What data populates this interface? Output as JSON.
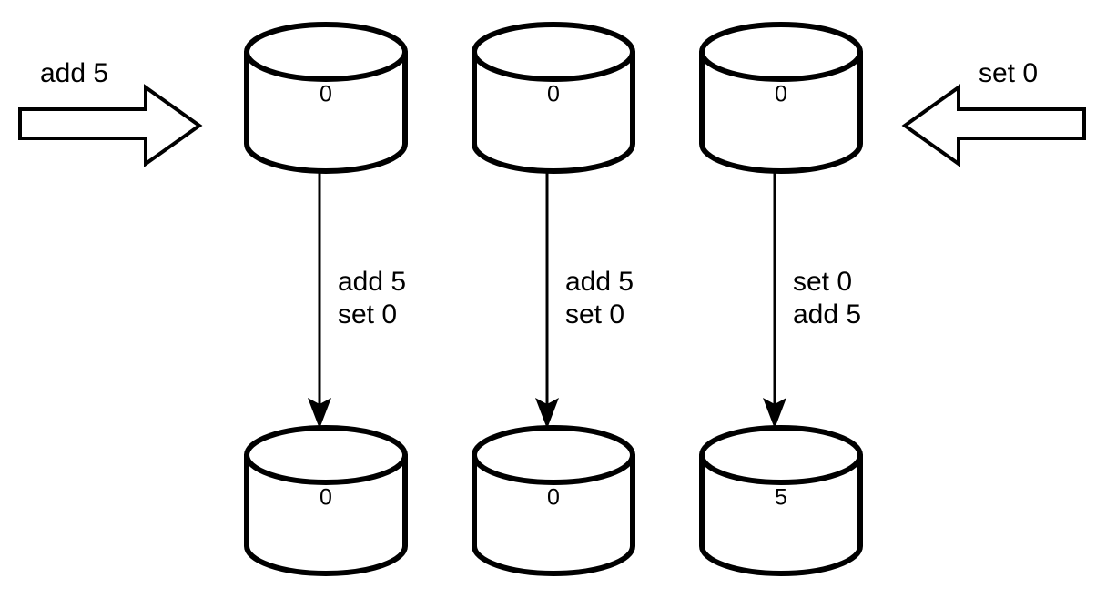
{
  "diagram": {
    "type": "replica-operation-ordering",
    "background_color": "#ffffff",
    "stroke_color": "#000000",
    "inputs": [
      {
        "id": "input-left",
        "label": "add 5",
        "direction": "right",
        "target": "replica-1"
      },
      {
        "id": "input-right",
        "label": "set 0",
        "direction": "left",
        "target": "replica-3"
      }
    ],
    "top_row": {
      "role": "initial-state",
      "nodes": [
        {
          "id": "replica-1-initial",
          "icon": "database-cylinder-icon",
          "value": "0"
        },
        {
          "id": "replica-2-initial",
          "icon": "database-cylinder-icon",
          "value": "0"
        },
        {
          "id": "replica-3-initial",
          "icon": "database-cylinder-icon",
          "value": "0"
        }
      ]
    },
    "transitions": [
      {
        "id": "transition-1",
        "from": "replica-1-initial",
        "to": "replica-1-final",
        "operations": [
          "add 5",
          "set 0"
        ]
      },
      {
        "id": "transition-2",
        "from": "replica-2-initial",
        "to": "replica-2-final",
        "operations": [
          "add 5",
          "set 0"
        ]
      },
      {
        "id": "transition-3",
        "from": "replica-3-initial",
        "to": "replica-3-final",
        "operations": [
          "set 0",
          "add 5"
        ]
      }
    ],
    "bottom_row": {
      "role": "final-state",
      "nodes": [
        {
          "id": "replica-1-final",
          "icon": "database-cylinder-icon",
          "value": "0"
        },
        {
          "id": "replica-2-final",
          "icon": "database-cylinder-icon",
          "value": "0"
        },
        {
          "id": "replica-3-final",
          "icon": "database-cylinder-icon",
          "value": "5"
        }
      ]
    }
  }
}
